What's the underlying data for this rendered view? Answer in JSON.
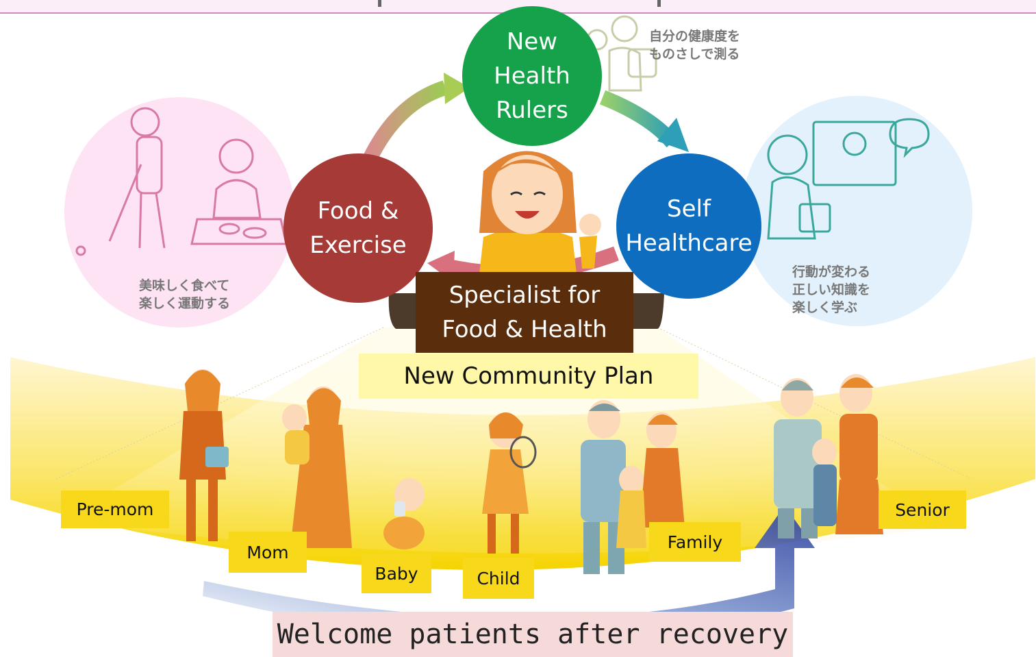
{
  "hub": {
    "circles": [
      {
        "id": "new-health-rulers",
        "lines": [
          "New",
          "Health",
          "Rulers"
        ],
        "color": "#16a24a"
      },
      {
        "id": "food-exercise",
        "lines": [
          "Food &",
          "Exercise"
        ],
        "color": "#a53a36"
      },
      {
        "id": "self-healthcare",
        "lines": [
          "Self",
          "Healthcare"
        ],
        "color": "#0f6dbf"
      }
    ],
    "specialist": {
      "lines": [
        "Specialist for",
        "Food & Health"
      ]
    },
    "community_plan": "New Community Plan"
  },
  "notes": {
    "health_measure": "自分の健康度を\nものさしで測る",
    "food_exercise": "美味しく食べて\n楽しく運動する",
    "self_learning": "行動が変わる\n正しい知識を\n楽しく学ぶ"
  },
  "groups": {
    "pre_mom": "Pre-mom",
    "mom": "Mom",
    "baby": "Baby",
    "child": "Child",
    "family": "Family",
    "senior": "Senior"
  },
  "welcome": "Welcome patients after recovery",
  "colors": {
    "pink_bubble": "#fde3f3",
    "blue_bubble": "#e2f1fb",
    "yellow_band": "#f9de2a",
    "line_art_pink": "#d97aa6",
    "line_art_teal": "#3aa79c"
  }
}
